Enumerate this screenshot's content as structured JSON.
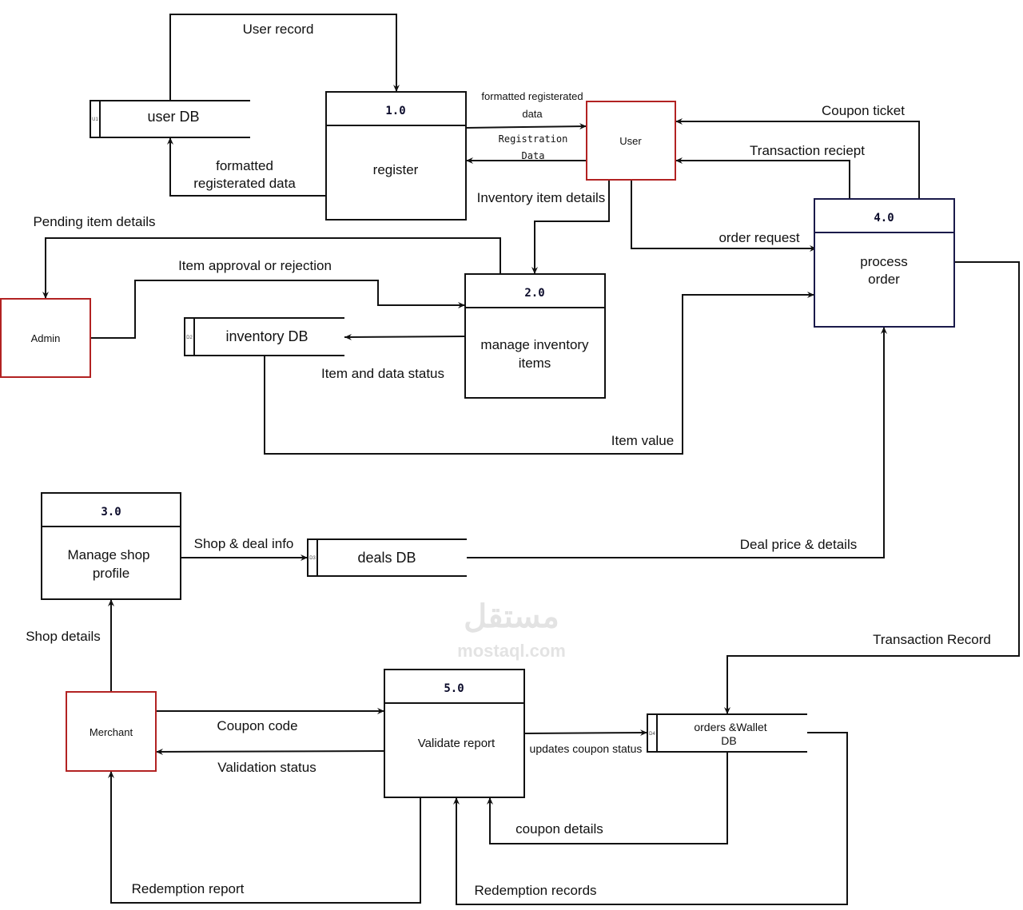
{
  "processes": [
    {
      "id": "1.0",
      "lines": [
        "register"
      ]
    },
    {
      "id": "2.0",
      "lines": [
        "manage inventory",
        "items"
      ]
    },
    {
      "id": "3.0",
      "lines": [
        "Manage shop",
        "profile"
      ]
    },
    {
      "id": "4.0",
      "lines": [
        "process",
        "order"
      ]
    },
    {
      "id": "5.0",
      "lines": [
        "Validate report"
      ]
    }
  ],
  "entities": {
    "user": "User",
    "admin": "Admin",
    "merchant": "Merchant"
  },
  "stores": [
    {
      "code": "U1",
      "lines": [
        "user DB"
      ]
    },
    {
      "code": "D2",
      "lines": [
        "inventory DB"
      ]
    },
    {
      "code": "D3",
      "lines": [
        "deals DB"
      ]
    },
    {
      "code": "D4",
      "lines": [
        "orders &Wallet",
        "DB"
      ]
    }
  ],
  "flows": {
    "user_record": "User record",
    "formatted_reg_1": "formatted",
    "formatted_reg_2": "registerated data",
    "fmt_reg_data_1": "formatted registerated",
    "fmt_reg_data_2": "data",
    "registration_1": "Registration",
    "registration_2": "Data",
    "inventory_item_details": "Inventory item details",
    "order_request": "order request",
    "coupon_ticket": "Coupon ticket",
    "transaction_receipt": "Transaction reciept",
    "pending_item_details": "Pending item details",
    "item_approval": "Item approval or rejection",
    "item_data_status": "Item and data status",
    "item_value": "Item value",
    "transaction_record": "Transaction Record",
    "deal_price": "Deal price & details",
    "shop_deal_info": "Shop & deal info",
    "shop_details": "Shop details",
    "coupon_code": "Coupon code",
    "validation_status": "Validation status",
    "updates_coupon_status": "updates coupon status",
    "coupon_details": "coupon details",
    "redemption_records": "Redemption records",
    "redemption_report": "Redemption report"
  },
  "watermark": {
    "arabic": "مستقل",
    "latin": "mostaql.com"
  }
}
